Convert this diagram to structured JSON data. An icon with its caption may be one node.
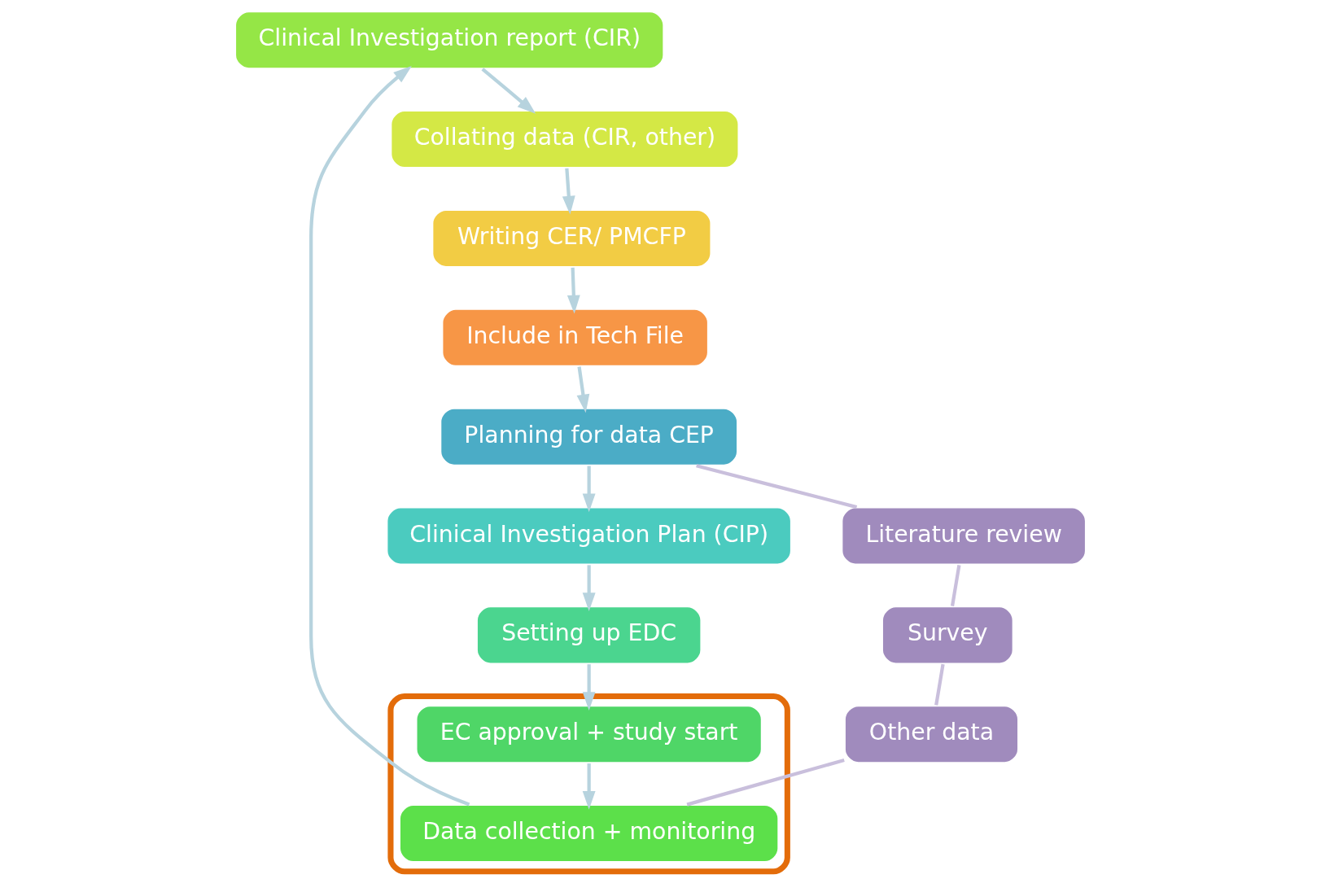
{
  "diagram": {
    "nodes": [
      {
        "text": [
          "Planning for data CEP"
        ]
      },
      {
        "text": [
          "Clinical Investigation Plan (CIP)"
        ]
      },
      {
        "text": [
          "Setting up EDC"
        ]
      },
      {
        "text": [],
        "shape": "ellipse"
      },
      {
        "text": [
          "EC approval + study start"
        ],
        "in": 3
      },
      {
        "text": [
          "Data collection + monitoring"
        ],
        "in": 3
      },
      {
        "text": [
          "Clinical Investigation report (CIR)"
        ]
      },
      {
        "text": [
          "Collating data (CIR, other)"
        ]
      },
      {
        "text": [
          "Writing CER/ PMCFP"
        ]
      },
      {
        "text": [
          "Include in Tech File"
        ]
      },
      {
        "text": [
          "Literature review"
        ]
      },
      {
        "text": [
          "Survey"
        ]
      },
      {
        "text": [
          "Other data"
        ]
      }
    ],
    "edges": [
      {
        "from": 0,
        "to": 1,
        "arrow": "to"
      },
      {
        "from": 1,
        "to": 2,
        "arrow": "to"
      },
      {
        "from": 2,
        "to": 4,
        "arrow": "to"
      },
      {
        "from": 4,
        "to": 5,
        "arrow": "to"
      },
      {
        "from": 5,
        "to": 6,
        "arrow": "to"
      },
      {
        "from": 6,
        "to": 7,
        "arrow": "to"
      },
      {
        "from": 7,
        "to": 8,
        "arrow": "to"
      },
      {
        "from": 8,
        "to": 9,
        "arrow": "to"
      },
      {
        "from": 9,
        "to": 0,
        "arrow": "to"
      },
      {
        "from": 0,
        "to": 10,
        "arrow": "none",
        "color": "#c9bfdc"
      },
      {
        "from": 10,
        "to": 11,
        "arrow": "none",
        "color": "#c9bfdc"
      },
      {
        "from": 11,
        "to": 12,
        "arrow": "none",
        "color": "#c9bfdc"
      },
      {
        "from": 12,
        "to": 5,
        "arrow": "none",
        "color": "#c9bfdc"
      }
    ]
  }
}
